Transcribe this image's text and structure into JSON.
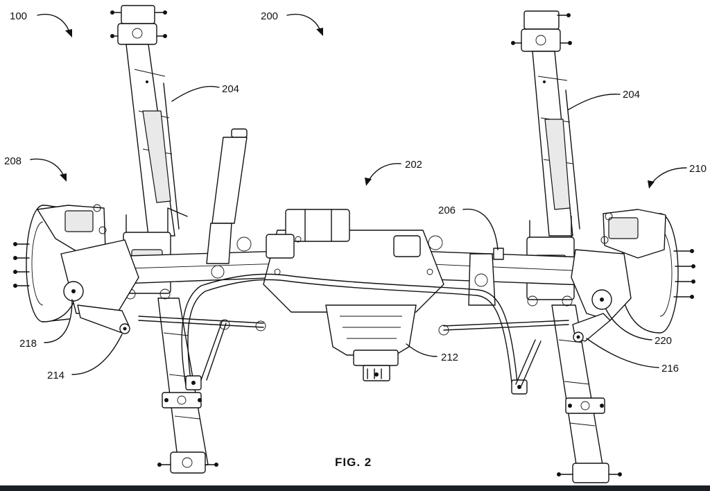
{
  "figure": {
    "title": "FIG. 2",
    "reference_labels": [
      {
        "id": "100",
        "text": "100"
      },
      {
        "id": "200",
        "text": "200"
      },
      {
        "id": "204-left",
        "text": "204"
      },
      {
        "id": "204-right",
        "text": "204"
      },
      {
        "id": "208",
        "text": "208"
      },
      {
        "id": "202",
        "text": "202"
      },
      {
        "id": "210",
        "text": "210"
      },
      {
        "id": "206",
        "text": "206"
      },
      {
        "id": "218",
        "text": "218"
      },
      {
        "id": "220",
        "text": "220"
      },
      {
        "id": "212",
        "text": "212"
      },
      {
        "id": "214",
        "text": "214"
      },
      {
        "id": "216",
        "text": "216"
      }
    ]
  },
  "colors": {
    "line": "#111111",
    "background": "#ffffff",
    "bottom_bar": "#1a1f27"
  }
}
